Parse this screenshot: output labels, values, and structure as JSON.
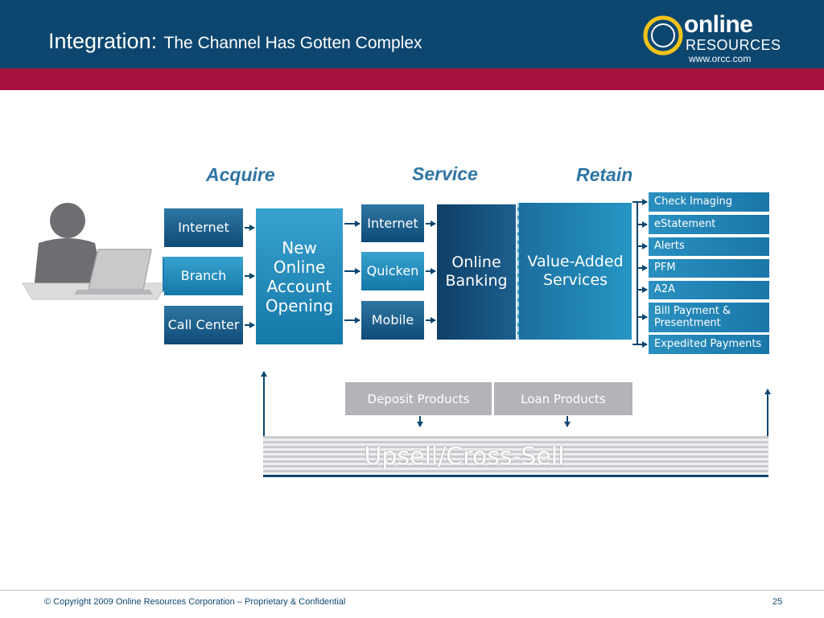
{
  "header": {
    "title_main": "Integration:",
    "title_sub": "The Channel Has Gotten Complex",
    "logo_word": "online",
    "logo_resources": "RESOURCES",
    "logo_url": "www.orcc.com"
  },
  "columns": {
    "acquire": "Acquire",
    "service": "Service",
    "retain": "Retain"
  },
  "acquire_channels": [
    "Internet",
    "Branch",
    "Call Center"
  ],
  "account_opening": "New Online Account Opening",
  "service_channels": [
    "Internet",
    "Quicken",
    "Mobile"
  ],
  "online_banking": "Online Banking",
  "value_added": "Value-Added Services",
  "services": [
    "Check Imaging",
    "eStatement",
    "Alerts",
    "PFM",
    "A2A",
    "Bill Payment & Presentment",
    "Expedited Payments"
  ],
  "products": [
    "Deposit Products",
    "Loan Products"
  ],
  "upsell": "Upsell/Cross-Sell",
  "footer": {
    "copyright": "© Copyright 2009 Online Resources Corporation – Proprietary & Confidential",
    "page": "25"
  },
  "colors": {
    "header": "#0d4770",
    "accent_bar": "#a8123e",
    "heading": "#2e75a3"
  }
}
